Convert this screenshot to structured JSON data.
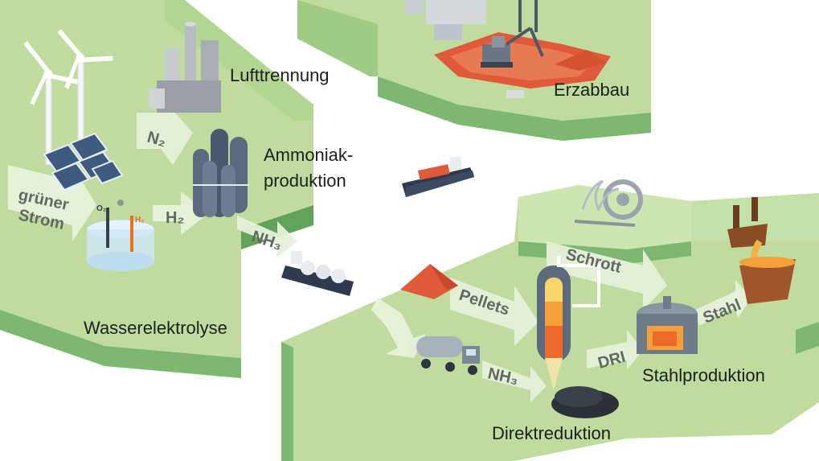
{
  "labels": {
    "lufttrennung": "Lufttrennung",
    "erzabbau": "Erzabbau",
    "ammoniak_1": "Ammoniak-",
    "ammoniak_2": "produktion",
    "wasserelektrolyse": "Wasserelektrolyse",
    "stahlproduktion": "Stahlproduktion",
    "direktreduktion": "Direktreduktion"
  },
  "flows": {
    "gruener_1": "grüner",
    "gruener_2": "Strom",
    "n2": "N₂",
    "h2": "H₂",
    "nh3_ship": "NH₃",
    "nh3_truck": "NH₃",
    "pellets": "Pellets",
    "schrott": "Schrott",
    "dri": "DRI",
    "stahl": "Stahl"
  },
  "chemicals": {
    "o2": "O₂",
    "h2": "H₂"
  },
  "colors": {
    "ground_top": "#bfdc9e",
    "ground_side": "#7db870",
    "ground_dark": "#62a35b",
    "arrow": "#e7f1dc",
    "ore": "#e05a3a",
    "steel": "#e8731f"
  }
}
